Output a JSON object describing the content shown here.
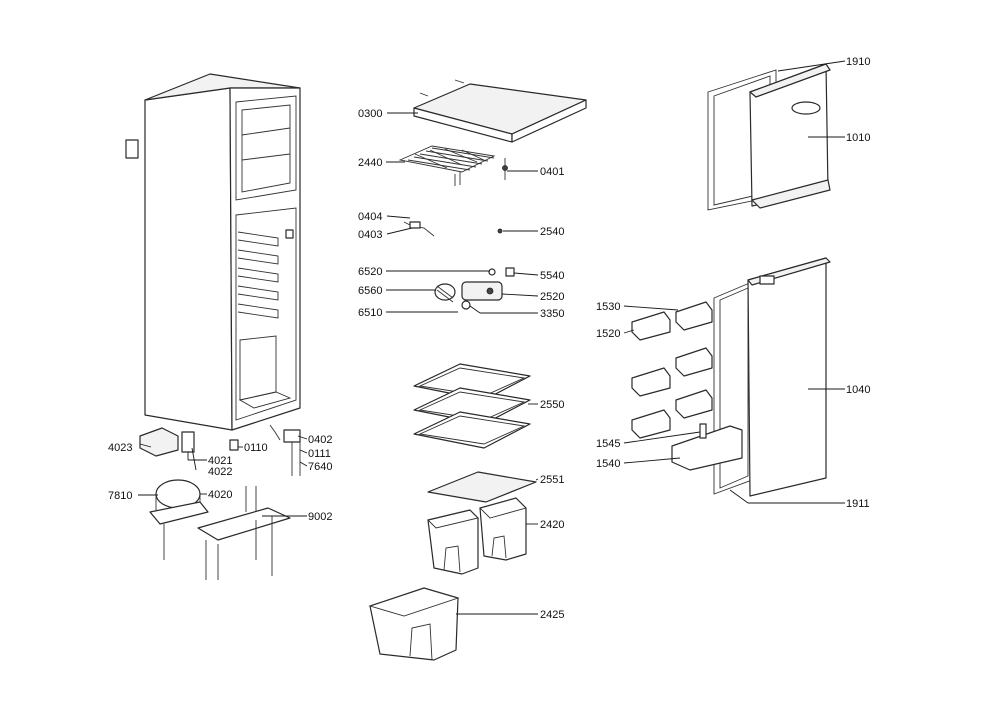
{
  "diagram": {
    "callouts": {
      "c1910": "1910",
      "c1010": "1010",
      "c0300": "0300",
      "c2440": "2440",
      "c0401": "0401",
      "c0404": "0404",
      "c0403": "0403",
      "c2540": "2540",
      "c6520": "6520",
      "c5540": "5540",
      "c6560": "6560",
      "c2520": "2520",
      "c6510": "6510",
      "c3350": "3350",
      "c1530": "1530",
      "c1520": "1520",
      "c1040": "1040",
      "c2550": "2550",
      "c1545": "1545",
      "c1540": "1540",
      "c4023": "4023",
      "c4021": "4021",
      "c4022": "4022",
      "c0110": "0110",
      "c0402": "0402",
      "c0111": "0111",
      "c7640": "7640",
      "c2551": "2551",
      "c1911": "1911",
      "c7810": "7810",
      "c4020": "4020",
      "c9002": "9002",
      "c2420": "2420",
      "c2425": "2425"
    }
  }
}
